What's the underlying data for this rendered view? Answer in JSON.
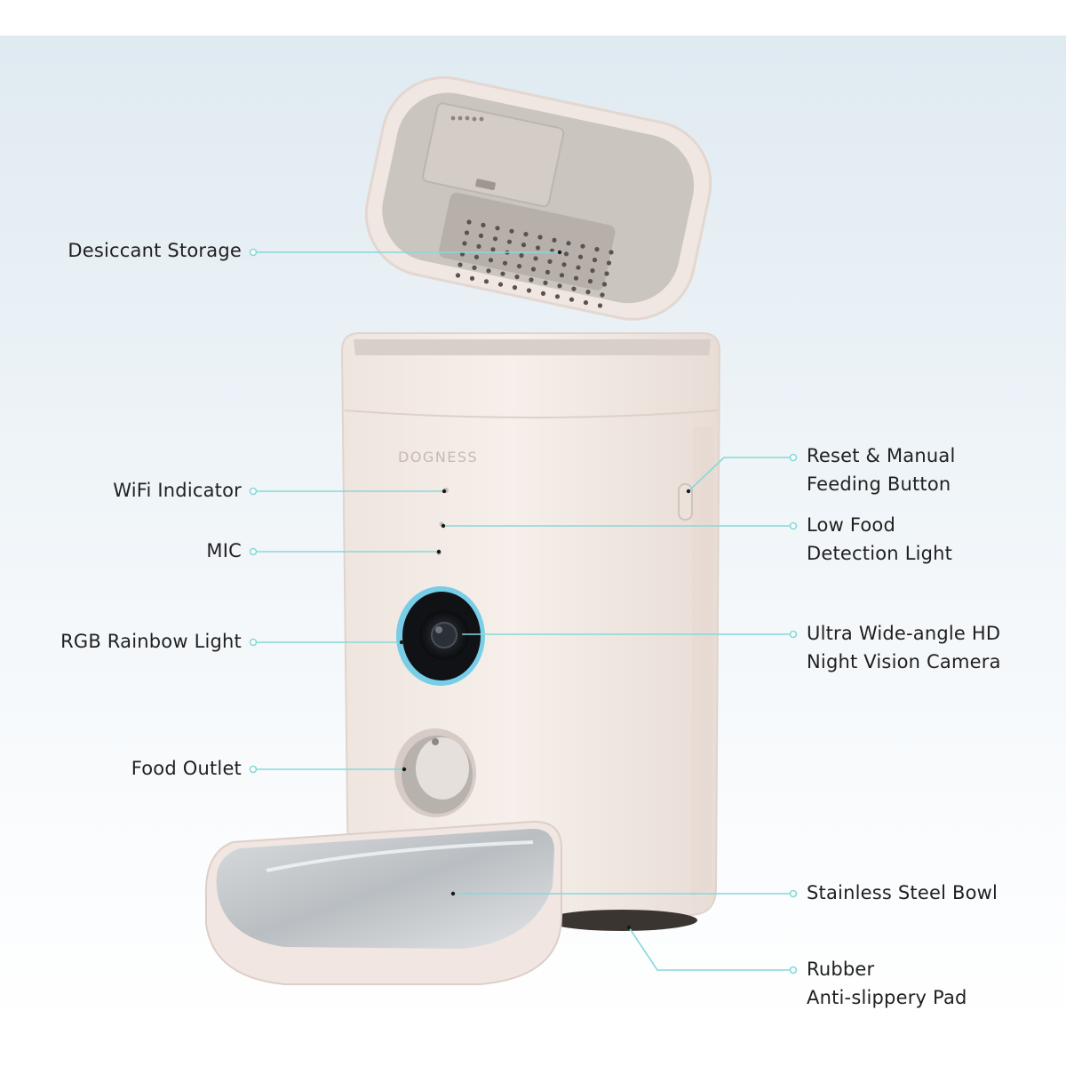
{
  "product": {
    "brand_mark": "DOGNESS"
  },
  "callouts_left": [
    {
      "name": "desiccant-storage",
      "text": "Desiccant Storage"
    },
    {
      "name": "wifi-indicator",
      "text": "WiFi Indicator"
    },
    {
      "name": "mic",
      "text": "MIC"
    },
    {
      "name": "rgb-rainbow-light",
      "text": "RGB Rainbow Light"
    },
    {
      "name": "food-outlet",
      "text": "Food Outlet"
    }
  ],
  "callouts_right": [
    {
      "name": "reset-button",
      "line1": "Reset & Manual",
      "line2": "Feeding Button"
    },
    {
      "name": "low-food-light",
      "line1": "Low Food",
      "line2": "Detection Light"
    },
    {
      "name": "camera",
      "line1": "Ultra Wide-angle HD",
      "line2": "Night Vision Camera"
    },
    {
      "name": "bowl",
      "line1": "Stainless Steel Bowl",
      "line2": ""
    },
    {
      "name": "pad",
      "line1": "Rubber",
      "line2": "Anti-slippery Pad"
    }
  ],
  "colors": {
    "background_top": "#e4eef4",
    "background_bottom": "#ffffff",
    "body": "#f1e8e3",
    "body_shadow": "#e2d6cf",
    "lid_inner": "#c9c3be",
    "leader_line": "#7fd6d6",
    "camera_ring": "#4fc3e8",
    "steel": "#c4c8cb",
    "text": "#1f1f1f"
  }
}
